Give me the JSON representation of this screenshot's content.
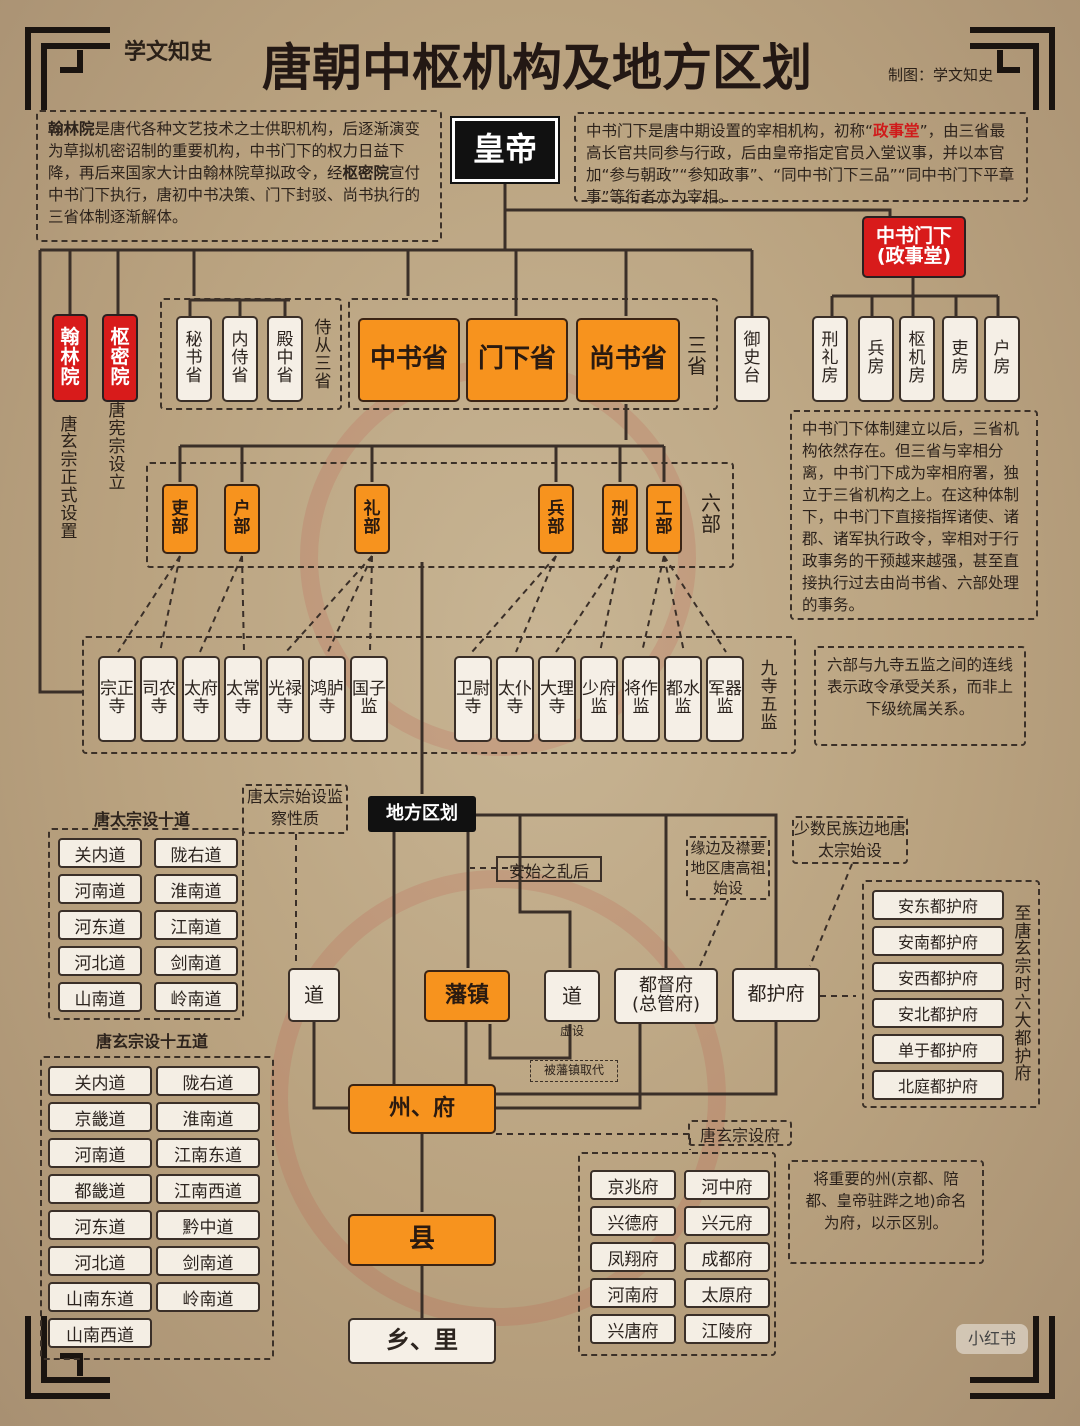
{
  "header": {
    "logo": "学文知史",
    "title": "唐朝中枢机构及地方区划",
    "credit": "制图：学文知史"
  },
  "emperor": "皇帝",
  "notes": {
    "hanlin_head1": "翰林院",
    "hanlin_text1": "是唐代各种文艺技术之士供职机构，后逐渐演变为草拟机密诏制的重要机构，中书门下的权力日益下降，再后来国家大计由翰林院草拟政令，经",
    "hanlin_head2": "枢密院",
    "hanlin_text2": "宣付中书门下执行，唐初中书决策、门下封驳、尚书执行的三省体制逐渐解体。",
    "zhongshu_text1": "中书门下是唐中期设置的宰相机构，初称“",
    "zhongshu_red": "政事堂",
    "zhongshu_text2": "”，由三省最高长官共同参与行政，后由皇帝指定官员入堂议事，并以本官加“参与朝政”“参知政事”、“同中书门下三品”“同中书门下平章事”等衔者亦为宰相。",
    "system_text": "中书门下体制建立以后，三省机构依然存在。但三省与宰相分离，中书门下成为宰相府署，独立于三省机构之上。在这种体制下，中书门下直接指挥诸使、诸郡、诸军执行政令，宰相对于行政事务的干预越来越强，甚至直接执行过去由尚书省、六部处理的事务。",
    "liubu_text": "六部与九寺五监之间的连线表示政令承受关系，而非上下级统属关系。",
    "fu_text": "将重要的州(京都、陪都、皇帝驻跸之地)命名为府，以示区别。"
  },
  "left_offices": {
    "hanlin": "翰林院",
    "hanlin_note": "唐玄宗正式设置",
    "shumi": "枢密院",
    "shumi_note": "唐宪宗设立"
  },
  "shicong": {
    "items": [
      "秘书省",
      "内侍省",
      "殿中省"
    ],
    "label": "侍从三省"
  },
  "sansheng": {
    "items": [
      "中书省",
      "门下省",
      "尚书省"
    ],
    "label": "三省"
  },
  "yushitai": "御史台",
  "zhongshumenxia": {
    "line1": "中书门下",
    "line2": "(政事堂)",
    "rooms": [
      "刑礼房",
      "兵房",
      "枢机房",
      "吏房",
      "户房"
    ]
  },
  "liubu": {
    "items": [
      "吏部",
      "户部",
      "礼部",
      "兵部",
      "刑部",
      "工部"
    ],
    "label": "六部"
  },
  "jiusi": {
    "items": [
      "宗正寺",
      "司农寺",
      "太府寺",
      "太常寺",
      "光禄寺",
      "鸿胪寺",
      "国子监",
      "卫尉寺",
      "太仆寺",
      "大理寺",
      "少府监",
      "将作监",
      "都水监",
      "军器监"
    ],
    "label": "九寺五监"
  },
  "local": {
    "title": "地方区划",
    "taizong_dao_note": "唐太宗始设监察性质",
    "anshi_label": "安始之乱后",
    "dudu_note": "缘边及襟要地区唐高祖始设",
    "duhu_note": "少数民族边地唐太宗始设",
    "dao": "道",
    "fanzhen": "藩镇",
    "dao2": "道",
    "dao2_sub": "虚设",
    "dudufu_line1": "都督府",
    "dudufu_line2": "(总管府)",
    "duhufu": "都护府",
    "replaced": "被藩镇取代",
    "zhoufu": "州、府",
    "xuanzong_fu_note": "唐玄宗设府",
    "xian": "县",
    "xiangli": "乡、里"
  },
  "taizong_dao": {
    "title": "唐太宗设十道",
    "items": [
      "关内道",
      "陇右道",
      "河南道",
      "淮南道",
      "河东道",
      "江南道",
      "河北道",
      "剑南道",
      "山南道",
      "岭南道"
    ]
  },
  "xuanzong_dao": {
    "title": "唐玄宗设十五道",
    "items": [
      "关内道",
      "陇右道",
      "京畿道",
      "淮南道",
      "河南道",
      "江南东道",
      "都畿道",
      "江南西道",
      "河东道",
      "黔中道",
      "河北道",
      "剑南道",
      "山南东道",
      "岭南道",
      "山南西道"
    ]
  },
  "duhu_list": {
    "items": [
      "安东都护府",
      "安南都护府",
      "安西都护府",
      "安北都护府",
      "单于都护府",
      "北庭都护府"
    ],
    "label": "至唐玄宗时六大都护府"
  },
  "fu_list": {
    "items": [
      "京兆府",
      "河中府",
      "兴德府",
      "兴元府",
      "凤翔府",
      "成都府",
      "河南府",
      "太原府",
      "兴唐府",
      "江陵府"
    ]
  },
  "watermark": "小红书"
}
